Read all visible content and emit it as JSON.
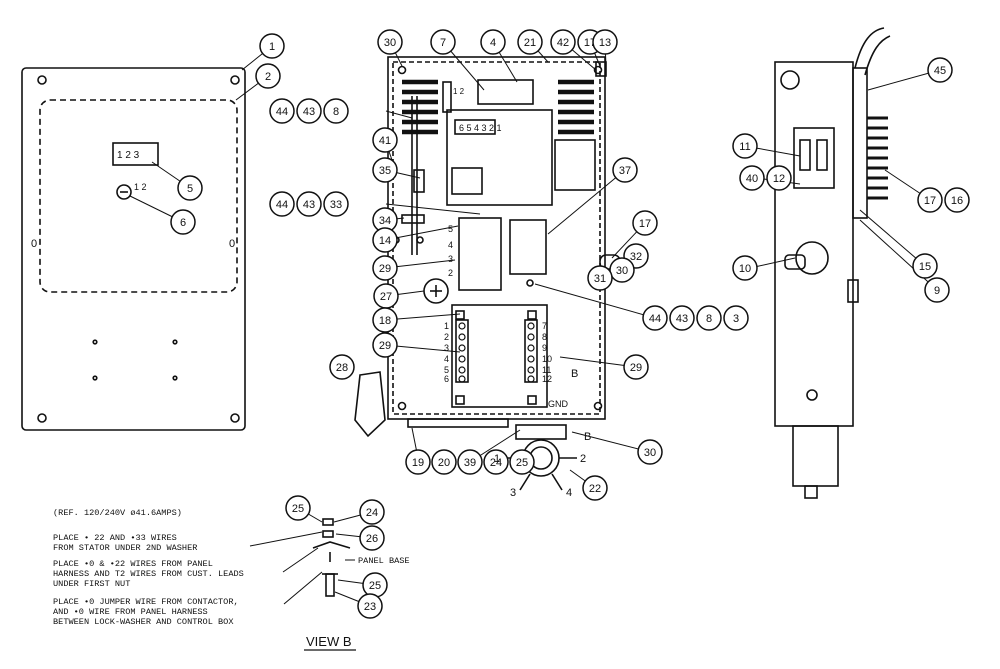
{
  "balloons": [
    {
      "id": "b1",
      "label": "1"
    },
    {
      "id": "b2",
      "label": "2"
    },
    {
      "id": "b5",
      "label": "5"
    },
    {
      "id": "b6",
      "label": "6"
    },
    {
      "id": "b30a",
      "label": "30"
    },
    {
      "id": "b7",
      "label": "7"
    },
    {
      "id": "b4",
      "label": "4"
    },
    {
      "id": "b21",
      "label": "21"
    },
    {
      "id": "b42",
      "label": "42"
    },
    {
      "id": "b17a",
      "label": "17"
    },
    {
      "id": "b13",
      "label": "13"
    },
    {
      "id": "b44a",
      "label": "44"
    },
    {
      "id": "b43a",
      "label": "43"
    },
    {
      "id": "b8a",
      "label": "8"
    },
    {
      "id": "b41",
      "label": "41"
    },
    {
      "id": "b35",
      "label": "35"
    },
    {
      "id": "b44b",
      "label": "44"
    },
    {
      "id": "b43b",
      "label": "43"
    },
    {
      "id": "b33",
      "label": "33"
    },
    {
      "id": "b34",
      "label": "34"
    },
    {
      "id": "b14",
      "label": "14"
    },
    {
      "id": "b29a",
      "label": "29"
    },
    {
      "id": "b27",
      "label": "27"
    },
    {
      "id": "b18",
      "label": "18"
    },
    {
      "id": "b29b",
      "label": "29"
    },
    {
      "id": "b28",
      "label": "28"
    },
    {
      "id": "b19",
      "label": "19"
    },
    {
      "id": "b20",
      "label": "20"
    },
    {
      "id": "b39",
      "label": "39"
    },
    {
      "id": "b24a",
      "label": "24"
    },
    {
      "id": "b25a",
      "label": "25"
    },
    {
      "id": "b22",
      "label": "22"
    },
    {
      "id": "b30b",
      "label": "30"
    },
    {
      "id": "b29c",
      "label": "29"
    },
    {
      "id": "b44c",
      "label": "44"
    },
    {
      "id": "b43c",
      "label": "43"
    },
    {
      "id": "b8c",
      "label": "8"
    },
    {
      "id": "b3",
      "label": "3"
    },
    {
      "id": "b37",
      "label": "37"
    },
    {
      "id": "b17b",
      "label": "17"
    },
    {
      "id": "b32",
      "label": "32"
    },
    {
      "id": "b30c",
      "label": "30"
    },
    {
      "id": "b31",
      "label": "31"
    },
    {
      "id": "b45",
      "label": "45"
    },
    {
      "id": "b11",
      "label": "11"
    },
    {
      "id": "b40",
      "label": "40"
    },
    {
      "id": "b12",
      "label": "12"
    },
    {
      "id": "b17c",
      "label": "17"
    },
    {
      "id": "b16",
      "label": "16"
    },
    {
      "id": "b10",
      "label": "10"
    },
    {
      "id": "b15",
      "label": "15"
    },
    {
      "id": "b9",
      "label": "9"
    },
    {
      "id": "b25b",
      "label": "25"
    },
    {
      "id": "b24b",
      "label": "24"
    },
    {
      "id": "b26",
      "label": "26"
    },
    {
      "id": "b25c",
      "label": "25"
    },
    {
      "id": "b23",
      "label": "23"
    }
  ],
  "text": {
    "panel_terminal": "1 2 3",
    "panel_switch": "1\n2",
    "board_top_header": "1\n2",
    "board_top_digits": "6 5 4 3 2 1",
    "relay_left_nums": [
      "5",
      "4",
      "3",
      "2"
    ],
    "tb_left_nums": [
      "1",
      "2",
      "3",
      "4",
      "5",
      "6"
    ],
    "tb_right_nums": [
      "7",
      "8",
      "9",
      "10",
      "11",
      "12"
    ],
    "gnd_label": "GND",
    "b_label_1": "B",
    "b_label_2": "B",
    "contactor_labels": [
      "1",
      "2",
      "3",
      "4"
    ],
    "ref_label": "(REF. 120/240V ø41.6AMPS)",
    "note1": [
      "PLACE • 22 AND •33 WIRES",
      "FROM STATOR UNDER 2ND WASHER"
    ],
    "note2": [
      "PLACE •0 & •22 WIRES FROM PANEL",
      "HARNESS AND T2 WIRES FROM CUST. LEADS",
      "UNDER FIRST NUT"
    ],
    "note3": [
      "PLACE •0 JUMPER WIRE FROM CONTACTOR,",
      "AND •0 WIRE FROM PANEL HARNESS",
      "BETWEEN LOCK-WASHER AND CONTROL BOX"
    ],
    "panel_base": "PANEL  BASE",
    "view_b": "VIEW B",
    "left_slot_a": "0",
    "left_slot_b": "0"
  }
}
